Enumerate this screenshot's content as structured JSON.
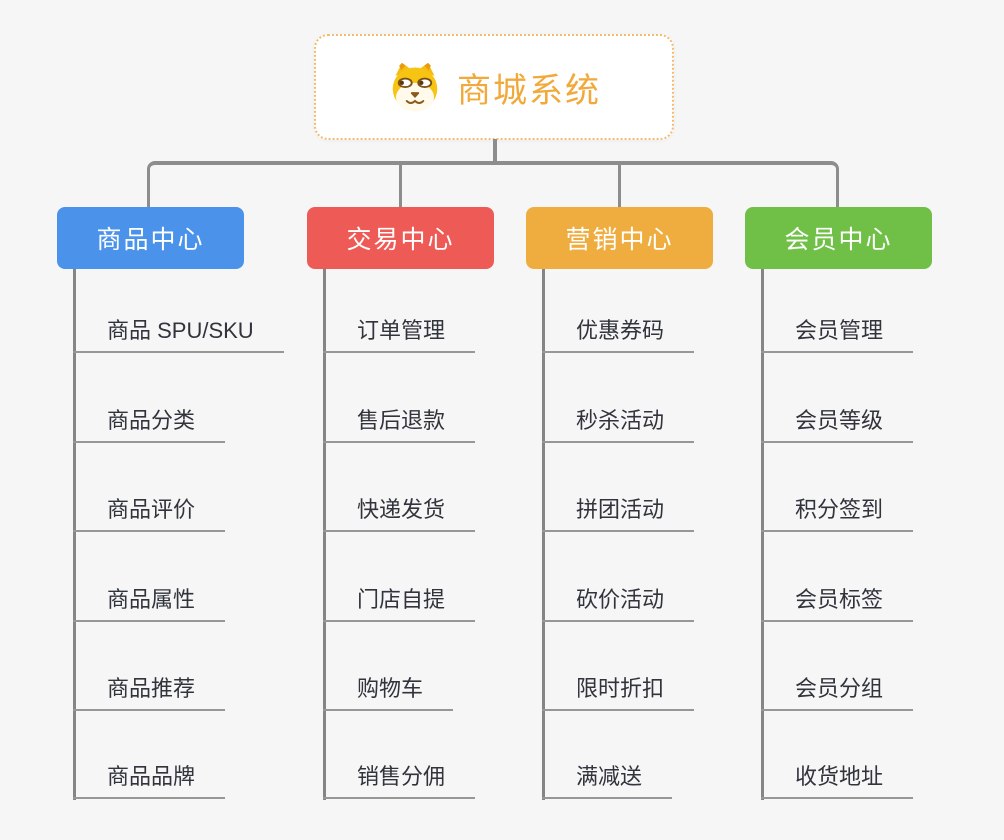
{
  "root": {
    "label": "商城系统",
    "icon": "dog-face-icon",
    "text_color": "#F2A93B",
    "border_color": "#F2BC6F",
    "background": "#FFFFFF"
  },
  "canvas": {
    "background": "#F6F6F7",
    "connector_color": "#8D8D8D",
    "item_text_color": "#31343B",
    "item_underline_color": "#979797"
  },
  "branches": [
    {
      "label": "商品中心",
      "color": "#4B92EB",
      "items": [
        "商品 SPU/SKU",
        "商品分类",
        "商品评价",
        "商品属性",
        "商品推荐",
        "商品品牌"
      ]
    },
    {
      "label": "交易中心",
      "color": "#EE5B56",
      "items": [
        "订单管理",
        "售后退款",
        "快递发货",
        "门店自提",
        "购物车",
        "销售分佣"
      ]
    },
    {
      "label": "营销中心",
      "color": "#EFAD3F",
      "items": [
        "优惠券码",
        "秒杀活动",
        "拼团活动",
        "砍价活动",
        "限时折扣",
        "满减送"
      ]
    },
    {
      "label": "会员中心",
      "color": "#70C047",
      "items": [
        "会员管理",
        "会员等级",
        "积分签到",
        "会员标签",
        "会员分组",
        "收货地址"
      ]
    }
  ]
}
